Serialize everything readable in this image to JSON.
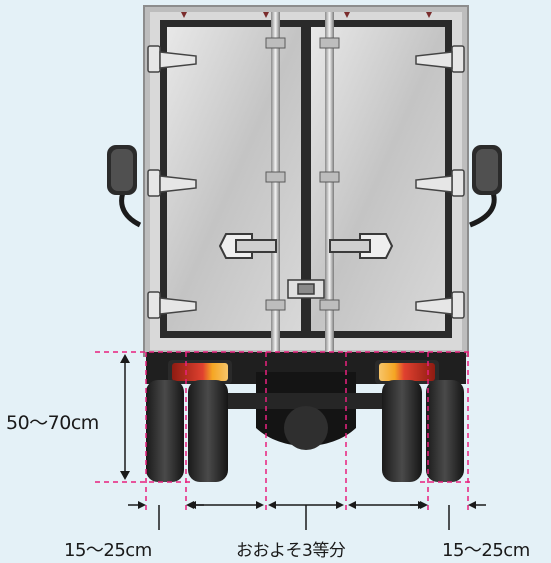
{
  "labels": {
    "height_range": "50〜70cm",
    "left_offset": "15〜25cm",
    "middle_note": "おおよそ3等分",
    "right_offset": "15〜25cm"
  },
  "colors": {
    "background": "#e4f1f7",
    "guide_line": "#e8217f",
    "dimension_line": "#1a1a1a",
    "door_frame": "#2a2a2a",
    "door_panel": "#c9c9c9",
    "tail_lamp_red": "#d42c1e",
    "tail_lamp_amber": "#f5a623"
  }
}
